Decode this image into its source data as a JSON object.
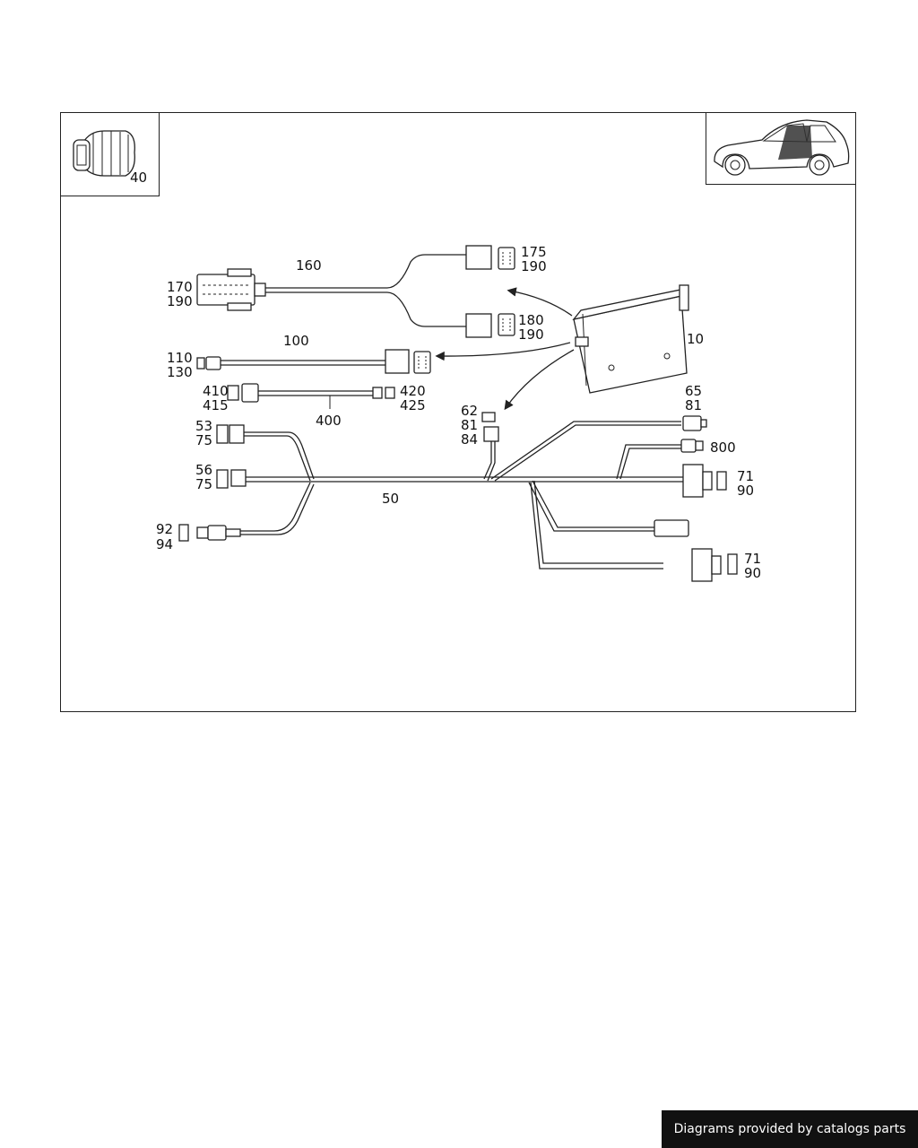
{
  "labels": {
    "l40": "40",
    "l160": "160",
    "l170": "170",
    "l190a": "190",
    "l175": "175",
    "l190b": "190",
    "l180": "180",
    "l190c": "190",
    "l10": "10",
    "l100": "100",
    "l110": "110",
    "l130": "130",
    "l410": "410",
    "l415": "415",
    "l400": "400",
    "l420": "420",
    "l425": "425",
    "l62": "62",
    "l81a": "81",
    "l84": "84",
    "l65": "65",
    "l81b": "81",
    "l800": "800",
    "l53": "53",
    "l75a": "75",
    "l56": "56",
    "l75b": "75",
    "l50": "50",
    "l71a": "71",
    "l90a": "90",
    "l92": "92",
    "l94": "94",
    "l71b": "71",
    "l90b": "90"
  },
  "footer": {
    "text": "Diagrams provided by catalogs parts"
  }
}
